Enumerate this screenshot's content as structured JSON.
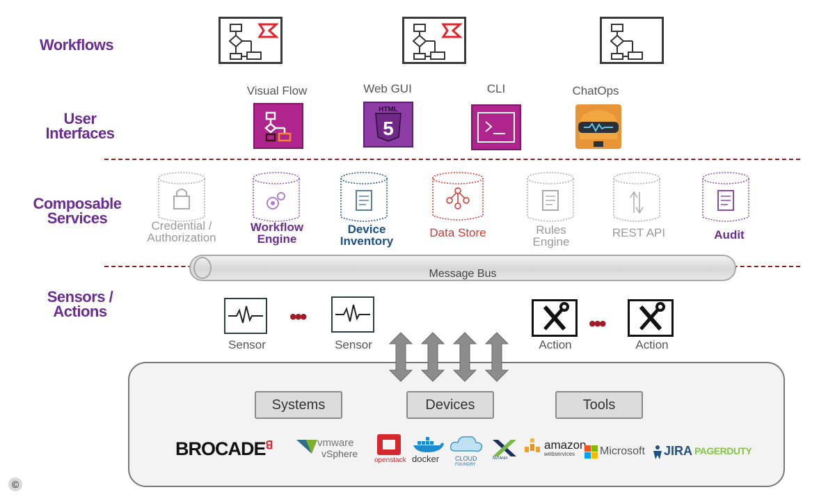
{
  "rows": {
    "workflows": "Workflows",
    "user_interfaces_line1": "User",
    "user_interfaces_line2": "Interfaces",
    "composable_line1": "Composable",
    "composable_line2": "Services",
    "sensors_line1": "Sensors /",
    "sensors_line2": "Actions"
  },
  "user_interfaces": [
    {
      "label": "Visual Flow"
    },
    {
      "label": "Web GUI"
    },
    {
      "label": "CLI"
    },
    {
      "label": "ChatOps"
    }
  ],
  "html5_badge": "HTML",
  "services": [
    {
      "line1": "Credential /",
      "line2": "Authorization",
      "color": "#9a9a9a"
    },
    {
      "line1": "Workflow",
      "line2": "Engine",
      "color": "#6a2c91"
    },
    {
      "line1": "Device",
      "line2": "Inventory",
      "color": "#1d4f86"
    },
    {
      "line1": "Data Store",
      "line2": "",
      "color": "#e0312a"
    },
    {
      "line1": "Rules",
      "line2": "Engine",
      "color": "#9a9a9a"
    },
    {
      "line1": "REST API",
      "line2": "",
      "color": "#9a9a9a"
    },
    {
      "line1": "Audit",
      "line2": "",
      "color": "#6a2c91"
    }
  ],
  "message_bus": "Message Bus",
  "sensors": [
    "Sensor",
    "Sensor"
  ],
  "actions": [
    "Action",
    "Action"
  ],
  "ellipsis": "•••",
  "categories": [
    "Systems",
    "Devices",
    "Tools"
  ],
  "logos": {
    "brocade": "BROCADE",
    "vmware": "vmware",
    "vsphere": "vSphere",
    "openstack": "openstack",
    "docker": "docker",
    "cloudfoundry_1": "CLOUD",
    "cloudfoundry_2": "FOUNDRY",
    "nutanix": "NUTANIX",
    "amazon": "amazon",
    "amazon_sub": "webservices",
    "microsoft": "Microsoft",
    "jira": "JIRA",
    "pagerduty": "PAGERDUTY"
  },
  "copyright": "©",
  "colors": {
    "purple": "#6a2c91",
    "dash": "#8b1c1c",
    "brocade_red": "#e3222b",
    "ui_magenta": "#b0248e"
  }
}
